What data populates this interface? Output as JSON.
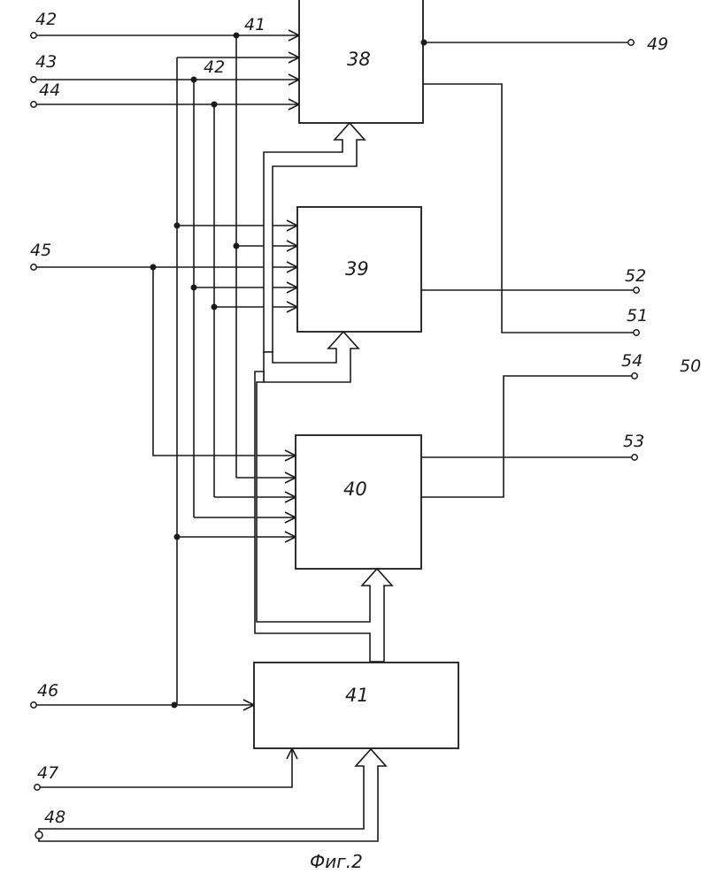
{
  "blocks": {
    "b38": "38",
    "b39": "39",
    "b40": "40",
    "b41": "41"
  },
  "terminals": {
    "t42": "42",
    "t43": "43",
    "t44": "44",
    "t45": "45",
    "t46": "46",
    "t47": "47",
    "t48": "48",
    "t49": "49",
    "t50": "50",
    "t51": "51",
    "t52": "52",
    "t53": "53",
    "t54": "54"
  },
  "line_labels": {
    "l41": "41",
    "l42": "42"
  },
  "caption": "Фиг.2"
}
